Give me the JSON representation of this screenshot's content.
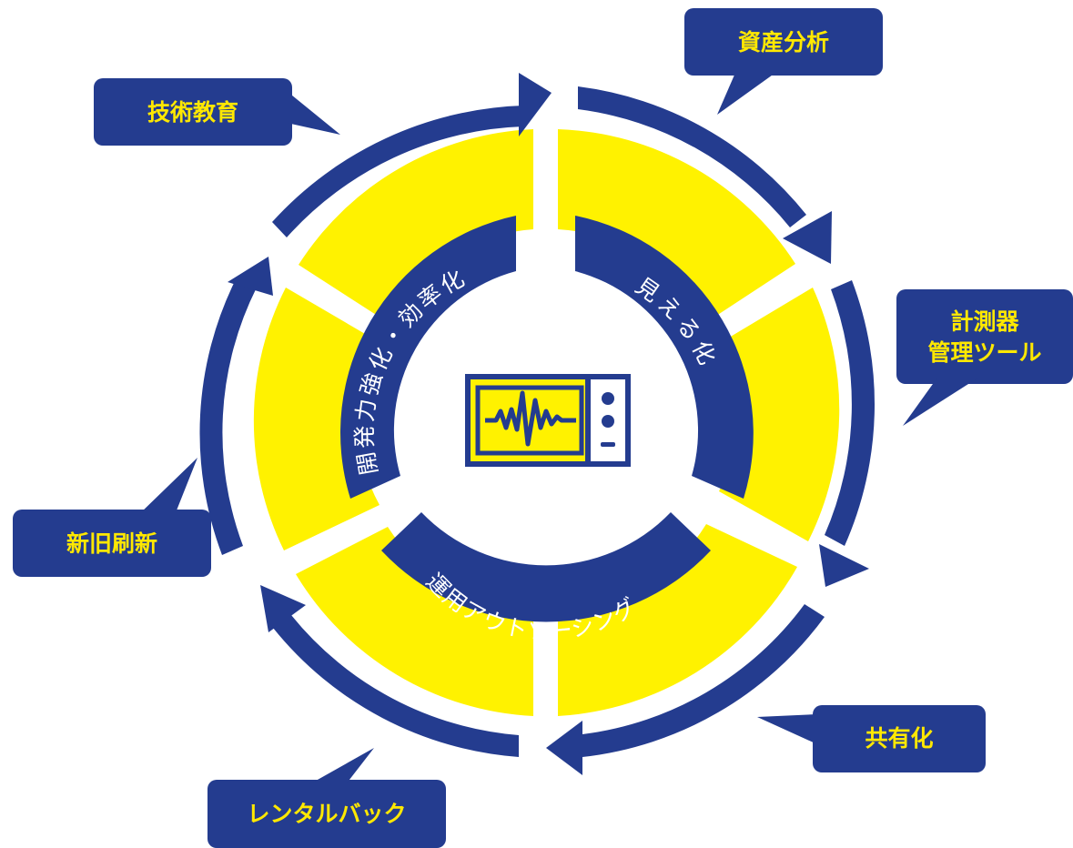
{
  "colors": {
    "navy": "#243C8F",
    "yellow": "#FFF200",
    "callout_text": "#FFE800",
    "white": "#FFFFFF"
  },
  "center_icon": "measuring-instrument-icon",
  "inner_labels": {
    "visualization": "見える化",
    "development": "開発力強化・効率化",
    "outsourcing": "運用アウトソーシング"
  },
  "callouts": {
    "asset_analysis": "資産分析",
    "instrument_mgmt_line1": "計測器",
    "instrument_mgmt_line2": "管理ツール",
    "sharing": "共有化",
    "rental_back": "レンタルバック",
    "renewal": "新旧刷新",
    "tech_education": "技術教育"
  }
}
